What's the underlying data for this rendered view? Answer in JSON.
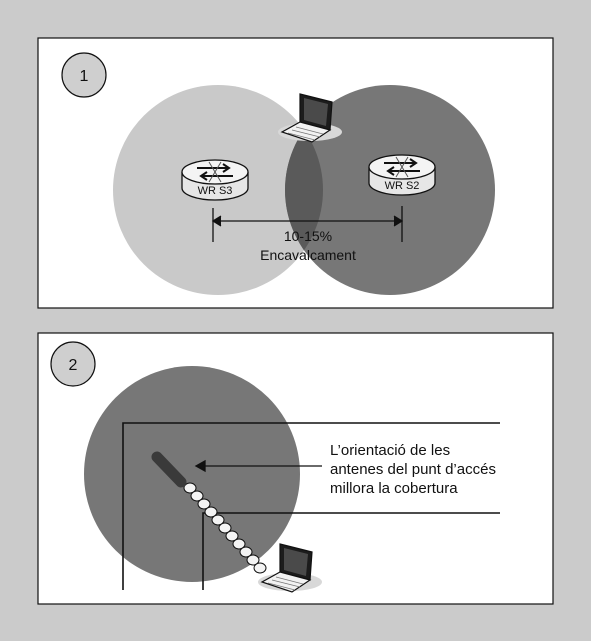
{
  "panel1": {
    "number": "1",
    "router_left_label": "WR S3",
    "router_right_label": "WR S2",
    "overlap_percent": "10-15%",
    "overlap_label": "Encavalcament"
  },
  "panel2": {
    "number": "2",
    "caption_lines": [
      "L’orientació de les",
      "antenes del punt d’accés",
      "millora la cobertura"
    ]
  },
  "colors": {
    "page_bg": "#cbcbcb",
    "panel_bg": "#ffffff",
    "circle_light": "#c9c9c9",
    "circle_dark": "#777777",
    "overlap": "#5a5a5a",
    "router_body": "#e6e6e6",
    "stroke": "#111111"
  }
}
